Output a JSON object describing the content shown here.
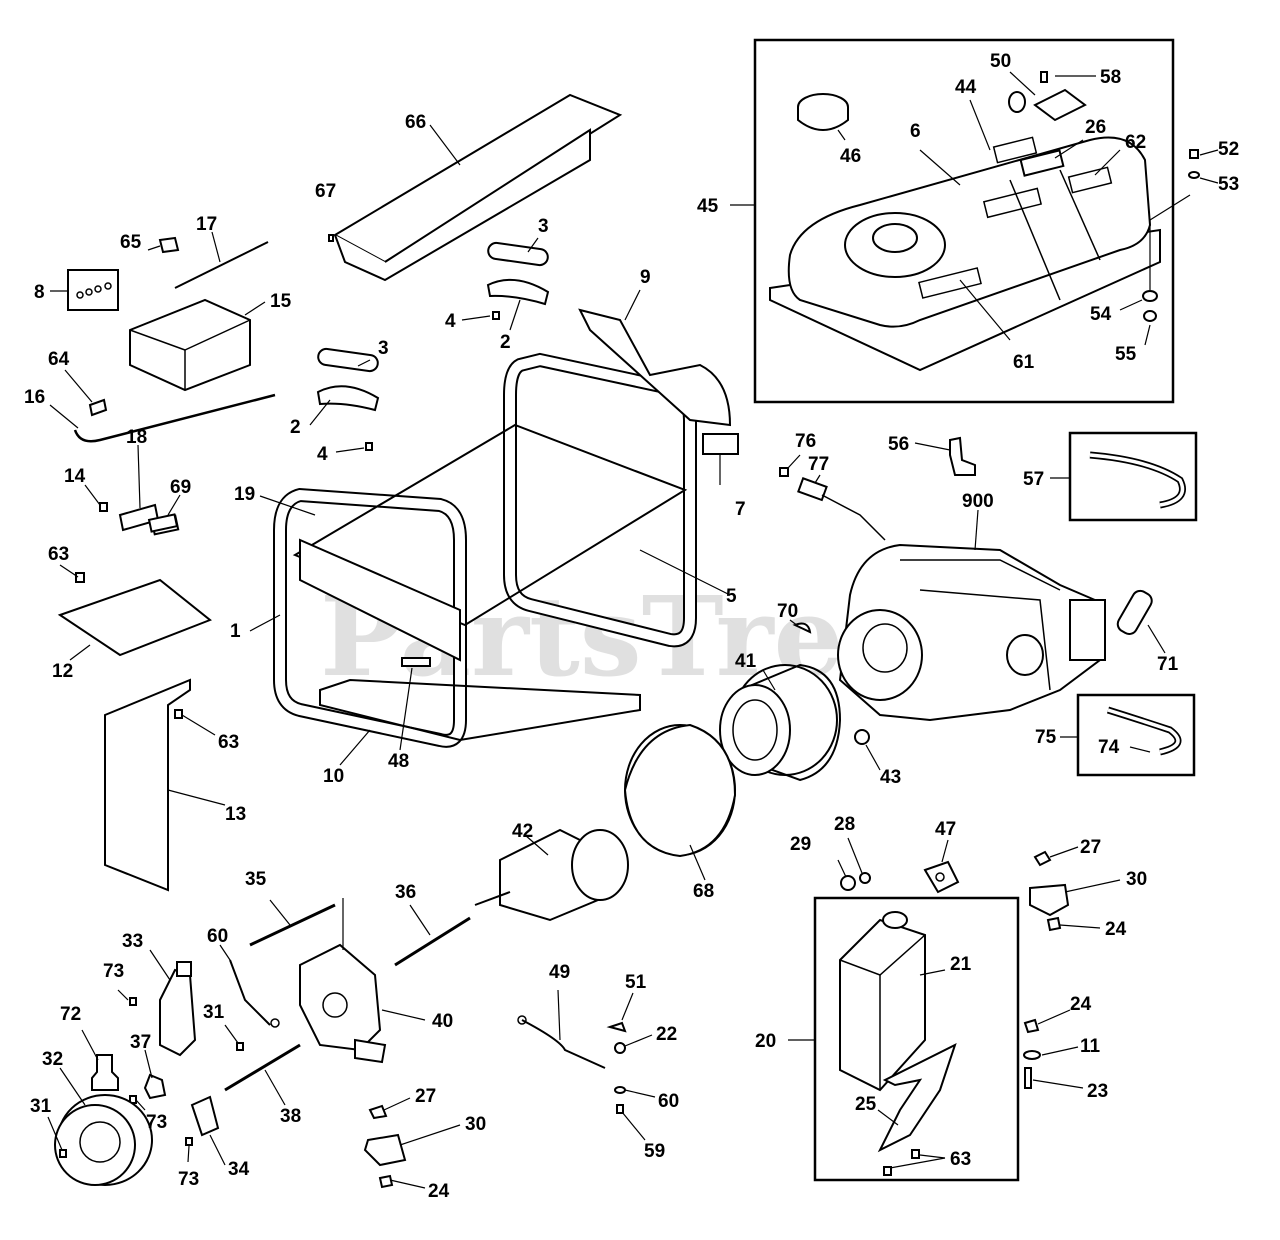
{
  "watermark": "PartsTree",
  "labels": {
    "l1": "1",
    "l2a": "2",
    "l2b": "2",
    "l3a": "3",
    "l3b": "3",
    "l4a": "4",
    "l4b": "4",
    "l5": "5",
    "l6": "6",
    "l7": "7",
    "l8": "8",
    "l9": "9",
    "l10": "10",
    "l11": "11",
    "l12": "12",
    "l13": "13",
    "l14": "14",
    "l15": "15",
    "l16": "16",
    "l17": "17",
    "l18": "18",
    "l19": "19",
    "l20": "20",
    "l21": "21",
    "l22": "22",
    "l23": "23",
    "l24a": "24",
    "l24b": "24",
    "l24c": "24",
    "l25": "25",
    "l26": "26",
    "l27a": "27",
    "l27b": "27",
    "l28": "28",
    "l29": "29",
    "l30a": "30",
    "l30b": "30",
    "l31a": "31",
    "l31b": "31",
    "l32": "32",
    "l33": "33",
    "l34": "34",
    "l35": "35",
    "l36": "36",
    "l37": "37",
    "l38": "38",
    "l40": "40",
    "l41": "41",
    "l42": "42",
    "l43": "43",
    "l44": "44",
    "l45": "45",
    "l46": "46",
    "l47": "47",
    "l48": "48",
    "l49": "49",
    "l50": "50",
    "l51": "51",
    "l52": "52",
    "l53": "53",
    "l54": "54",
    "l55": "55",
    "l56": "56",
    "l57": "57",
    "l58": "58",
    "l59": "59",
    "l60a": "60",
    "l60b": "60",
    "l61": "61",
    "l62": "62",
    "l63a": "63",
    "l63b": "63",
    "l63c": "63",
    "l64": "64",
    "l65": "65",
    "l66": "66",
    "l67": "67",
    "l68": "68",
    "l69": "69",
    "l70": "70",
    "l71": "71",
    "l72": "72",
    "l73a": "73",
    "l73b": "73",
    "l73c": "73",
    "l74": "74",
    "l75": "75",
    "l76": "76",
    "l77": "77",
    "l900": "900"
  }
}
